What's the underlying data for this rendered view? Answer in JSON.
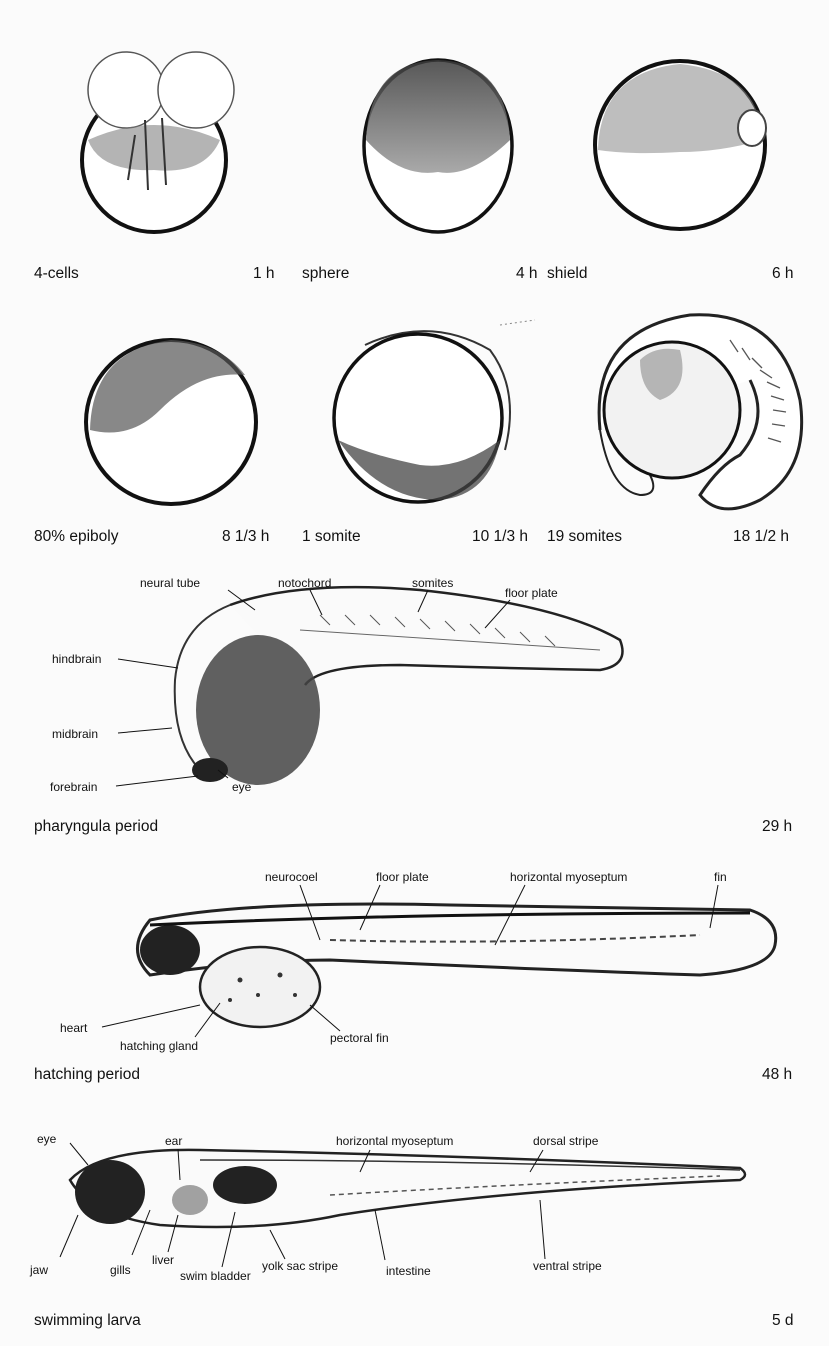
{
  "stages": [
    {
      "name": "4-cells",
      "time": "1 h"
    },
    {
      "name": "sphere",
      "time": "4 h"
    },
    {
      "name": "shield",
      "time": "6 h"
    },
    {
      "name": "80% epiboly",
      "time": "8 1/3 h"
    },
    {
      "name": "1 somite",
      "time": "10 1/3 h"
    },
    {
      "name": "19 somites",
      "time": "18 1/2 h"
    }
  ],
  "pharyngula": {
    "caption": "pharyngula period",
    "time": "29 h",
    "labels": {
      "neural_tube": "neural tube",
      "notochord": "notochord",
      "somites": "somites",
      "floor_plate": "floor plate",
      "hindbrain": "hindbrain",
      "midbrain": "midbrain",
      "forebrain": "forebrain",
      "eye": "eye"
    }
  },
  "hatching": {
    "caption": "hatching period",
    "time": "48 h",
    "labels": {
      "neurocoel": "neurocoel",
      "floor_plate": "floor plate",
      "horizontal_myoseptum": "horizontal myoseptum",
      "fin": "fin",
      "heart": "heart",
      "hatching_gland": "hatching gland",
      "pectoral_fin": "pectoral fin"
    }
  },
  "larva": {
    "caption": "swimming larva",
    "time": "5 d",
    "labels": {
      "eye": "eye",
      "ear": "ear",
      "horizontal_myoseptum": "horizontal myoseptum",
      "dorsal_stripe": "dorsal stripe",
      "jaw": "jaw",
      "gills": "gills",
      "liver": "liver",
      "swim_bladder": "swim bladder",
      "yolk_sac_stripe": "yolk sac stripe",
      "intestine": "intestine",
      "ventral_stripe": "ventral stripe"
    }
  }
}
